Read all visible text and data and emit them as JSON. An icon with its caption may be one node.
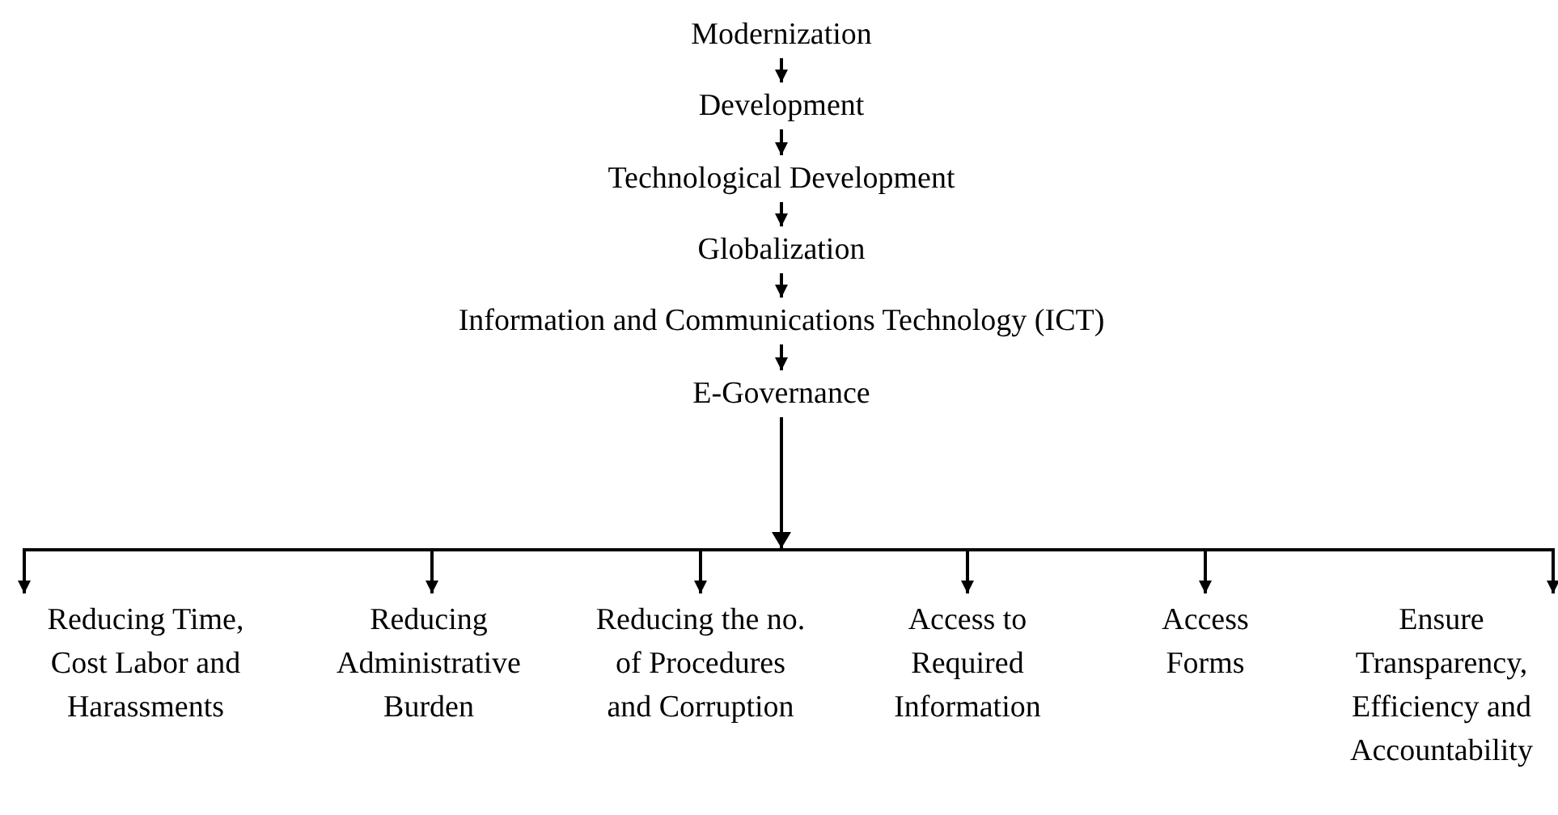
{
  "diagram": {
    "nodes": [
      {
        "text": [
          "Modernization"
        ]
      },
      {
        "text": [
          "Development"
        ]
      },
      {
        "text": [
          "Technological Development"
        ]
      },
      {
        "text": [
          "Globalization"
        ]
      },
      {
        "text": [
          "Information and Communications Technology (ICT)"
        ]
      },
      {
        "text": [
          "E-Governance"
        ]
      },
      {
        "text": [
          "Reducing Time, Cost Labor and Harassments"
        ]
      },
      {
        "text": [
          "Reducing Administrative Burden"
        ]
      },
      {
        "text": [
          "Reducing the no. of Procedures and Corruption"
        ]
      },
      {
        "text": [
          "Access to Required Information"
        ]
      },
      {
        "text": [
          "Access Forms"
        ]
      },
      {
        "text": [
          "Ensure Transparency, Efficiency and Accountability"
        ]
      }
    ],
    "edges": [
      {
        "from": 0,
        "to": 1,
        "arrow": "to"
      },
      {
        "from": 1,
        "to": 2,
        "arrow": "to"
      },
      {
        "from": 2,
        "to": 3,
        "arrow": "to"
      },
      {
        "from": 3,
        "to": 4,
        "arrow": "to"
      },
      {
        "from": 4,
        "to": 5,
        "arrow": "to"
      },
      {
        "from": 5,
        "to": 6,
        "arrow": "to"
      },
      {
        "from": 5,
        "to": 7,
        "arrow": "to"
      },
      {
        "from": 5,
        "to": 8,
        "arrow": "to"
      },
      {
        "from": 5,
        "to": 9,
        "arrow": "to"
      },
      {
        "from": 5,
        "to": 10,
        "arrow": "to"
      },
      {
        "from": 5,
        "to": 11,
        "arrow": "to"
      }
    ]
  }
}
